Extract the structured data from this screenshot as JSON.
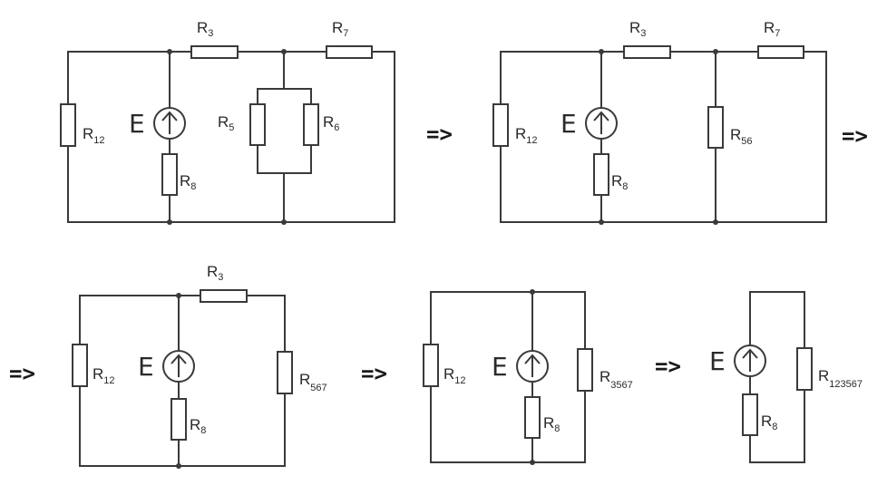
{
  "source_label": "E",
  "implies": "=>",
  "r_letter": "R",
  "circuits": [
    {
      "id": "step-1",
      "labels": {
        "r12_sub": "12",
        "r3_sub": "3",
        "r7_sub": "7",
        "r8_sub": "8",
        "r5_sub": "5",
        "r6_sub": "6"
      }
    },
    {
      "id": "step-2",
      "labels": {
        "r12_sub": "12",
        "r3_sub": "3",
        "r7_sub": "7",
        "r8_sub": "8",
        "r56_sub": "56"
      }
    },
    {
      "id": "step-3",
      "labels": {
        "r12_sub": "12",
        "r3_sub": "3",
        "r8_sub": "8",
        "r567_sub": "567"
      }
    },
    {
      "id": "step-4",
      "labels": {
        "r12_sub": "12",
        "r8_sub": "8",
        "r3567_sub": "3567"
      }
    },
    {
      "id": "step-5",
      "labels": {
        "r8_sub": "8",
        "r123567_sub": "123567"
      }
    }
  ]
}
